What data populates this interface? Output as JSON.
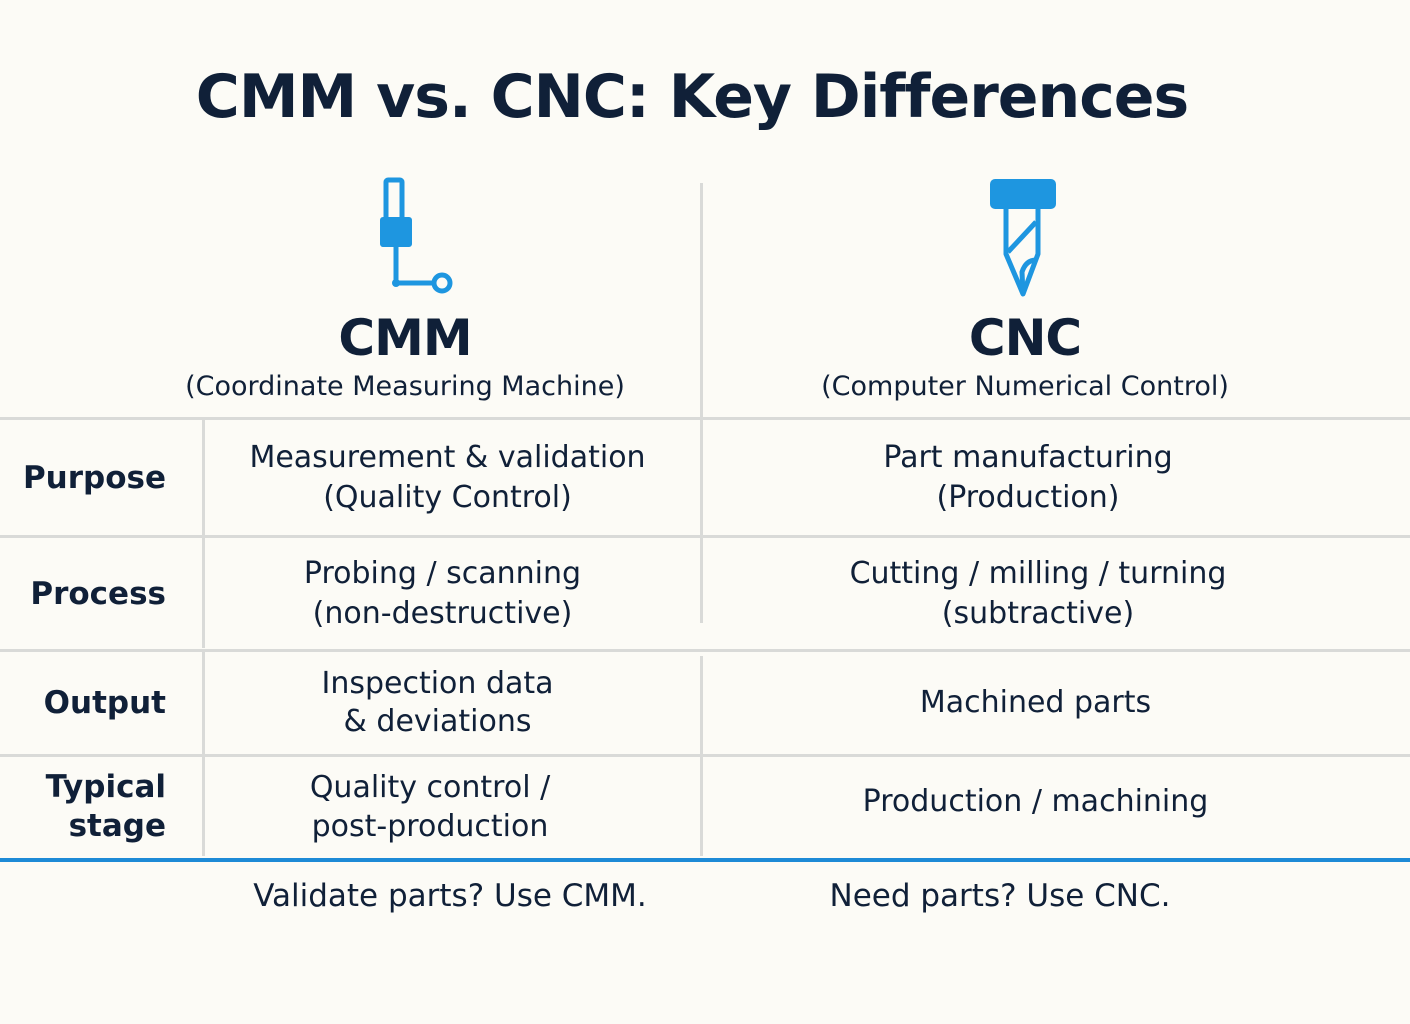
{
  "title": "CMM vs. CNC: Key Differences",
  "colors": {
    "text": "#102038",
    "accent": "#1e96e0",
    "divider": "#d9dad8",
    "footer_line": "#1d8ad6",
    "background": "#fcfbf6"
  },
  "columns": [
    {
      "icon": "cmm-probe-icon",
      "name": "CMM",
      "subtitle": "(Coordinate Measuring Machine)"
    },
    {
      "icon": "cnc-end-mill-icon",
      "name": "CNC",
      "subtitle": "(Computer Numerical Control)"
    }
  ],
  "rows": [
    {
      "label": "Purpose",
      "cmm": [
        "Measurement & validation",
        "(Quality Control)"
      ],
      "cnc": [
        "Part manufacturing",
        "(Production)"
      ]
    },
    {
      "label": "Process",
      "cmm": [
        "Probing / scanning",
        "(non-destructive)"
      ],
      "cnc": [
        "Cutting / milling / turning",
        "(subtractive)"
      ]
    },
    {
      "label": "Output",
      "cmm": [
        "Inspection data",
        "& deviations"
      ],
      "cnc": [
        "Machined parts"
      ]
    },
    {
      "label_lines": [
        "Typical",
        "stage"
      ],
      "cmm": [
        "Quality control /",
        "post-production"
      ],
      "cnc": [
        "Production / machining"
      ]
    }
  ],
  "footer": {
    "cmm": "Validate parts? Use CMM.",
    "cnc": "Need parts? Use CNC."
  }
}
